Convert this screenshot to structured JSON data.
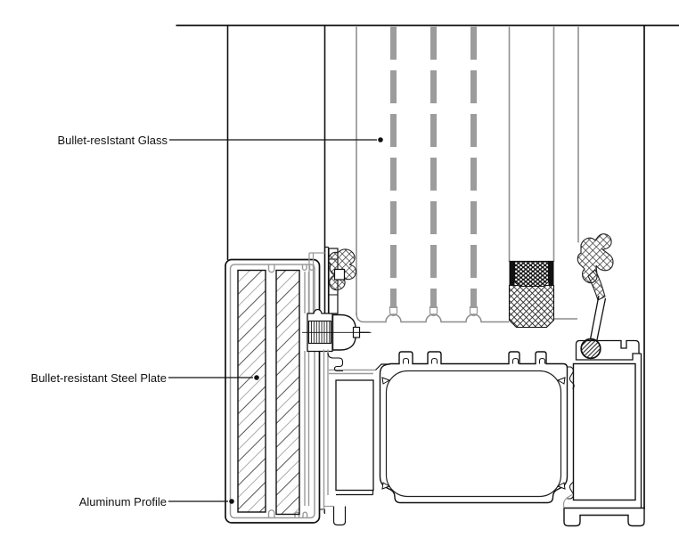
{
  "page": {
    "background": "#ffffff"
  },
  "diagram": {
    "kind": "bullet-resistant window frame cross-section",
    "labels": {
      "glass": "Bullet-resIstant Glass",
      "steel_plate": "Bullet-resistant Steel Plate",
      "aluminum_profile": "Aluminum Profile"
    },
    "components": [
      "bullet-resistant-glass-stack",
      "laminate-interlayer-bars",
      "setting-block",
      "glazing-gasket-left",
      "glazing-gasket-right",
      "fastening-screw",
      "screw-section-circle",
      "bullet-resistant-steel-plates",
      "aluminum-box-profile",
      "main-aluminum-chamber",
      "right-frame-profile"
    ],
    "colors": {
      "line": "#111111",
      "soft_line": "#9a9a9a",
      "glass_line": "#909090",
      "background": "#ffffff"
    }
  }
}
